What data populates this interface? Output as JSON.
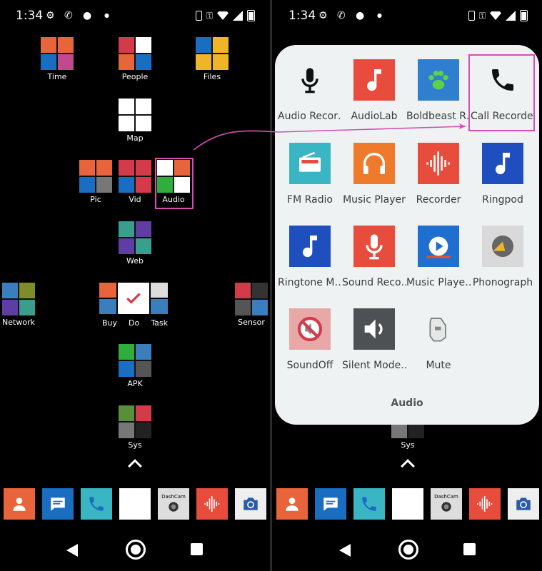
{
  "status": {
    "time": "1:34",
    "battery": "90"
  },
  "folders": [
    {
      "id": "time",
      "label": "Time",
      "colors": [
        "#e8643a",
        "#e8643a",
        "#1a6ec2",
        "#c2498e"
      ]
    },
    {
      "id": "people",
      "label": "People",
      "colors": [
        "#d33b4a",
        "#ffffff",
        "#e8643a",
        "#1a6ec2"
      ]
    },
    {
      "id": "files",
      "label": "Files",
      "colors": [
        "#1a6ec2",
        "#f0b429",
        "#f0b429",
        "#f0b429"
      ]
    },
    {
      "id": "map",
      "label": "Map",
      "colors": [
        "#ffffff",
        "#ffffff",
        "#ffffff",
        "#ffffff"
      ]
    },
    {
      "id": "pic",
      "label": "Pic",
      "colors": [
        "#e8643a",
        "#e8643a",
        "#1a6ec2",
        "#777777"
      ]
    },
    {
      "id": "vid",
      "label": "Vid",
      "colors": [
        "#d33b4a",
        "#d33b4a",
        "#1a6ec2",
        "#d33b4a"
      ]
    },
    {
      "id": "audio",
      "label": "Audio",
      "colors": [
        "#ffffff",
        "#e8643a",
        "#2fae3d",
        "#ffffff"
      ]
    },
    {
      "id": "web",
      "label": "Web",
      "colors": [
        "#3a9e8c",
        "#5e3ea3",
        "#5e3ea3",
        "#3a9e8c"
      ]
    },
    {
      "id": "network",
      "label": "Network",
      "colors": [
        "#3a7ebe",
        "#7f8c2a",
        "#5e3ea3",
        "#3a9e8c"
      ]
    },
    {
      "id": "buy-do-task",
      "label": "Buy",
      "label2": "Do",
      "label3": "Task",
      "colors": [
        "#e8643a",
        "#ffffff",
        "#3a7ebe",
        "#ffffff"
      ]
    },
    {
      "id": "sensor",
      "label": "Sensor",
      "colors": [
        "#d33b4a",
        "#333333",
        "#555555",
        "#3a7ebe"
      ]
    },
    {
      "id": "apk",
      "label": "APK",
      "colors": [
        "#2fae3d",
        "#3a7ebe",
        "#1a6ec2",
        "#555555"
      ]
    },
    {
      "id": "sys",
      "label": "Sys",
      "colors": [
        "#5a8e3a",
        "#d33b4a",
        "#777777",
        "#222222"
      ]
    }
  ],
  "dock": [
    {
      "id": "contacts",
      "icon": "person-icon",
      "color": "#e8643a"
    },
    {
      "id": "messages",
      "icon": "chat-icon",
      "color": "#1a6ec2"
    },
    {
      "id": "phone",
      "icon": "phone-icon",
      "color": "#3ab5c4"
    },
    {
      "id": "contacts-folder",
      "icon": "folder-icon",
      "color": "#ffffff"
    },
    {
      "id": "dashcam",
      "icon": "dashcam-icon",
      "color": "#dddddd",
      "text": "DashCam"
    },
    {
      "id": "recorder",
      "icon": "waveform-icon",
      "color": "#e84c3d"
    },
    {
      "id": "camera",
      "icon": "camera-icon",
      "color": "#eeeeee"
    }
  ],
  "audio_folder": {
    "title": "Audio",
    "apps": [
      {
        "label": "Audio Recor…",
        "icon": "microphone-icon",
        "bg": "#eef2f3"
      },
      {
        "label": "AudioLab",
        "icon": "audiolab-icon",
        "bg": "#e84c3d"
      },
      {
        "label": "Boldbeast R…",
        "icon": "paw-icon",
        "bg": "#2f7fd1"
      },
      {
        "label": "Call Recorder",
        "icon": "phone-icon",
        "bg": "#eef2f3"
      },
      {
        "label": "FM Radio",
        "icon": "radio-icon",
        "bg": "#3ab5c4"
      },
      {
        "label": "Music Player",
        "icon": "headphones-icon",
        "bg": "#ef7a2c"
      },
      {
        "label": "Recorder",
        "icon": "waveform-icon",
        "bg": "#e84c3d"
      },
      {
        "label": "Ringpod",
        "icon": "music-note-icon",
        "bg": "#1f4fbf"
      },
      {
        "label": "Ringtone M…",
        "icon": "music-note-icon",
        "bg": "#1f4fbf"
      },
      {
        "label": "Sound Reco…",
        "icon": "microphone-icon",
        "bg": "#e84c3d"
      },
      {
        "label": "Music Playe…",
        "icon": "play-disc-icon",
        "bg": "#1f6fd1"
      },
      {
        "label": "Phonograph",
        "icon": "phonograph-icon",
        "bg": "#d9d9d9"
      },
      {
        "label": "SoundOff",
        "icon": "mute-sign-icon",
        "bg": "#e8a8a8"
      },
      {
        "label": "Silent Mode…",
        "icon": "speaker-icon",
        "bg": "#4d5154"
      },
      {
        "label": "Mute",
        "icon": "whistle-icon",
        "bg": "#eef2f3"
      }
    ]
  },
  "colors": {
    "highlight": "#d44fb1",
    "panel_bg": "#eef2f3"
  }
}
